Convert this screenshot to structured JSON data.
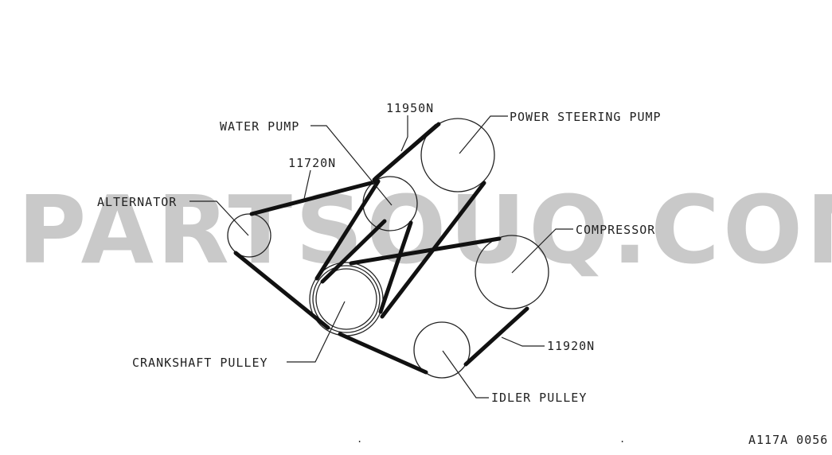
{
  "watermark": "PARTSOUQ.COM",
  "labels": {
    "water_pump": "WATER PUMP",
    "belt_11950": "11950N",
    "power_steering_pump": "POWER STEERING PUMP",
    "belt_11720": "11720N",
    "alternator": "ALTERNATOR",
    "compressor": "COMPRESSOR",
    "belt_11920": "11920N",
    "crankshaft_pulley": "CRANKSHAFT PULLEY",
    "idler_pulley": "IDLER PULLEY"
  },
  "figure_code": "A117A 0056",
  "footer_marks": [
    ".",
    "."
  ]
}
